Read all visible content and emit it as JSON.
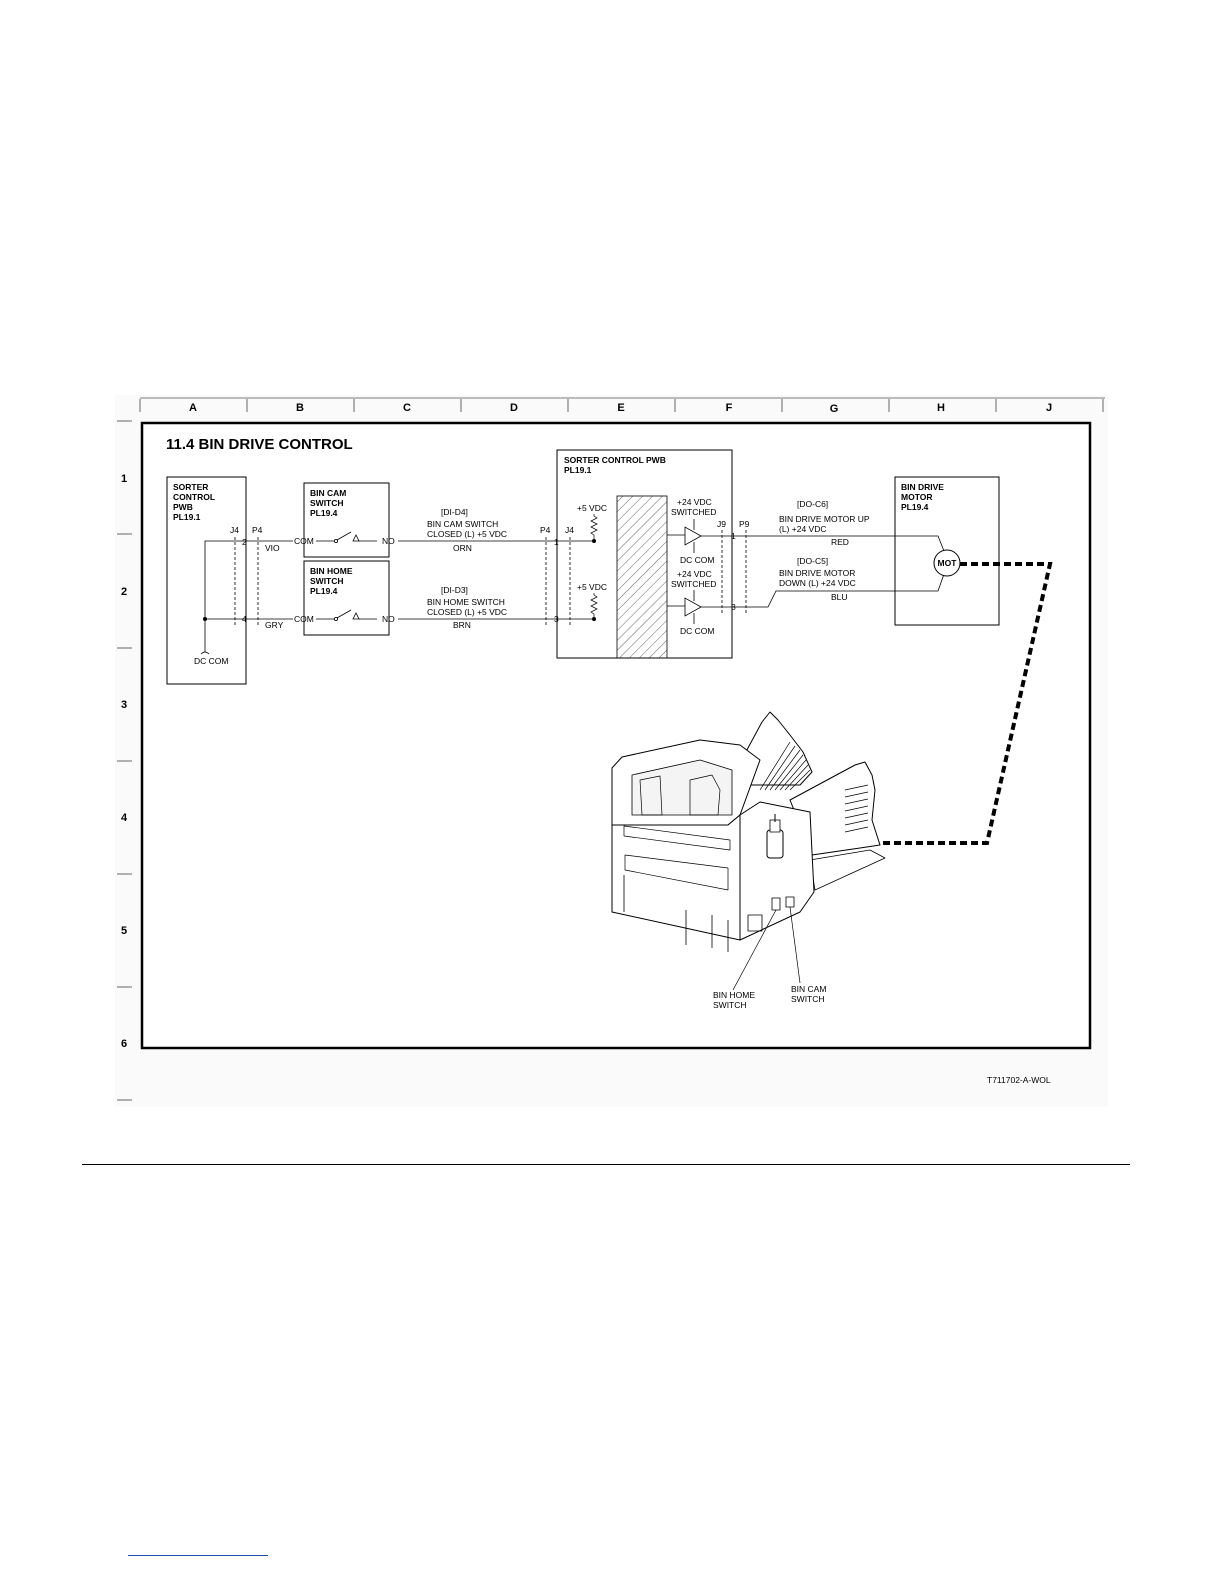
{
  "figure": {
    "title": "11.4 BIN DRIVE CONTROL",
    "figure_id": "T711702-A-WOL",
    "column_labels": [
      "A",
      "B",
      "C",
      "D",
      "E",
      "F",
      "G",
      "H",
      "J"
    ],
    "row_labels": [
      "1",
      "2",
      "3",
      "4",
      "5",
      "6"
    ]
  },
  "components": {
    "sorter_pwb_left": {
      "lines": [
        "SORTER",
        "CONTROL",
        "PWB",
        "PL19.1"
      ],
      "j4": "J4",
      "p4": "P4",
      "pin2": "2",
      "pin4": "4",
      "dc_com": "DC COM"
    },
    "bin_cam_switch": {
      "lines": [
        "BIN CAM",
        "SWITCH",
        "PL19.4"
      ],
      "com": "COM",
      "no": "NO"
    },
    "bin_home_switch": {
      "lines": [
        "BIN HOME",
        "SWITCH",
        "PL19.4"
      ],
      "com": "COM",
      "no": "NO"
    },
    "sorter_pwb_center": {
      "lines": [
        "SORTER CONTROL PWB",
        "PL19.1"
      ],
      "p4": "P4",
      "j4": "J4",
      "pin1": "1",
      "pin3": "3",
      "plus5_top": "+5 VDC",
      "plus5_bottom": "+5 VDC",
      "plus24_top": [
        "+24 VDC",
        "SWITCHED"
      ],
      "plus24_bottom": [
        "+24 VDC",
        "SWITCHED"
      ],
      "dc_com_top": "DC COM",
      "dc_com_bottom": "DC COM"
    },
    "connector_right": {
      "j9": "J9",
      "p9": "P9",
      "pin1": "1",
      "pin3": "3"
    },
    "bin_drive_motor": {
      "lines": [
        "BIN DRIVE",
        "MOTOR",
        "PL19.4"
      ],
      "mot": "MOT"
    }
  },
  "signals": {
    "cam": {
      "code": "[DI-D4]",
      "lines": [
        "BIN CAM SWITCH",
        "CLOSED (L) +5 VDC"
      ],
      "wire": "ORN"
    },
    "home": {
      "code": "[DI-D3]",
      "lines": [
        "BIN HOME SWITCH",
        "CLOSED (L) +5 VDC"
      ],
      "wire": "BRN"
    },
    "motor_up": {
      "code": "[DO-C6]",
      "lines": [
        "BIN DRIVE MOTOR UP",
        "(L) +24 VDC"
      ],
      "wire": "RED"
    },
    "motor_down": {
      "code": "[DO-C5]",
      "lines": [
        "BIN DRIVE MOTOR",
        "DOWN (L) +24 VDC"
      ],
      "wire": "BLU"
    },
    "wire_vio": "VIO",
    "wire_gry": "GRY"
  },
  "callouts": {
    "home_switch": [
      "BIN HOME",
      "SWITCH"
    ],
    "cam_switch": [
      "BIN CAM",
      "SWITCH"
    ]
  }
}
